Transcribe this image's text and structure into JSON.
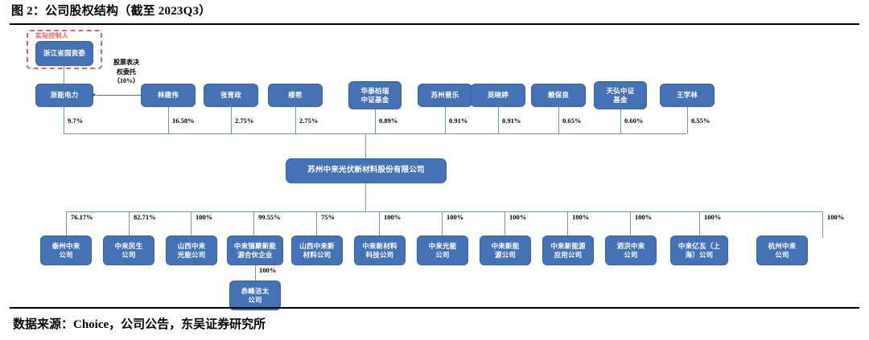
{
  "figure": {
    "title": "图 2：公司股权结构（截至 2023Q3）",
    "source": "数据来源：Choice，公司公告，东吴证券研究所"
  },
  "chart_data": {
    "type": "diagram",
    "title": "图 2：公司股权结构（截至 2023Q3）",
    "subtitle": "",
    "xlabel": "",
    "ylabel": "",
    "legend": [],
    "controller": {
      "label": "实际控制人",
      "node": "浙江省国资委",
      "frame_color": "#e2656a"
    },
    "proxy_note": {
      "line1": "股票表决",
      "line2": "权委托",
      "line3": "（10%）",
      "from": "林建伟",
      "to": "浙能电力",
      "percent": "10%"
    },
    "center_company": "苏州中来光伏新材料股份有限公司",
    "shareholders": [
      {
        "name": "浙能电力",
        "percent": "9.7%"
      },
      {
        "name": "林建伟",
        "percent": "16.58%"
      },
      {
        "name": "张育政",
        "percent": "2.75%"
      },
      {
        "name": "楼希",
        "percent": "2.75%"
      },
      {
        "name": "华泰柏瑞\n中证基金",
        "percent": "0.89%"
      },
      {
        "name": "苏州晋乐",
        "percent": "0.91%"
      },
      {
        "name": "吴晓婷",
        "percent": "0.91%"
      },
      {
        "name": "赖保良",
        "percent": "0.65%"
      },
      {
        "name": "天弘中证\n基金",
        "percent": "0.60%"
      },
      {
        "name": "王学林",
        "percent": "0.55%"
      }
    ],
    "subsidiaries": [
      {
        "name": "泰州中来\n公司",
        "percent": "76.17%"
      },
      {
        "name": "中来民生\n公司",
        "percent": "82.71%"
      },
      {
        "name": "山西中来\n光能公司",
        "percent": "100%"
      },
      {
        "name": "中来锦聚新能\n源合伙企业",
        "percent": "99.55%"
      },
      {
        "name": "山西中来新\n材料公司",
        "percent": "75%"
      },
      {
        "name": "中来新材料\n科技公司",
        "percent": "100%"
      },
      {
        "name": "中来光能\n公司",
        "percent": "100%"
      },
      {
        "name": "中来新能\n源公司",
        "percent": "100%"
      },
      {
        "name": "中来新能源\n应用公司",
        "percent": "100%"
      },
      {
        "name": "泗洪中来\n公司",
        "percent": "100%"
      },
      {
        "name": "中来亿瓦（上\n海）公司",
        "percent": "100%"
      },
      {
        "name": "杭州中来\n公司",
        "percent": "100%"
      }
    ],
    "sub_subsidiary": {
      "parent": "中来锦聚新能源合伙企业",
      "name": "赤峰洁太\n公司",
      "percent": "100%"
    },
    "colors": {
      "node_fill": "#4472b4",
      "node_text": "#ffffff",
      "line": "#6f97cc",
      "controller_frame": "#e2656a",
      "background": "#ffffff"
    }
  }
}
